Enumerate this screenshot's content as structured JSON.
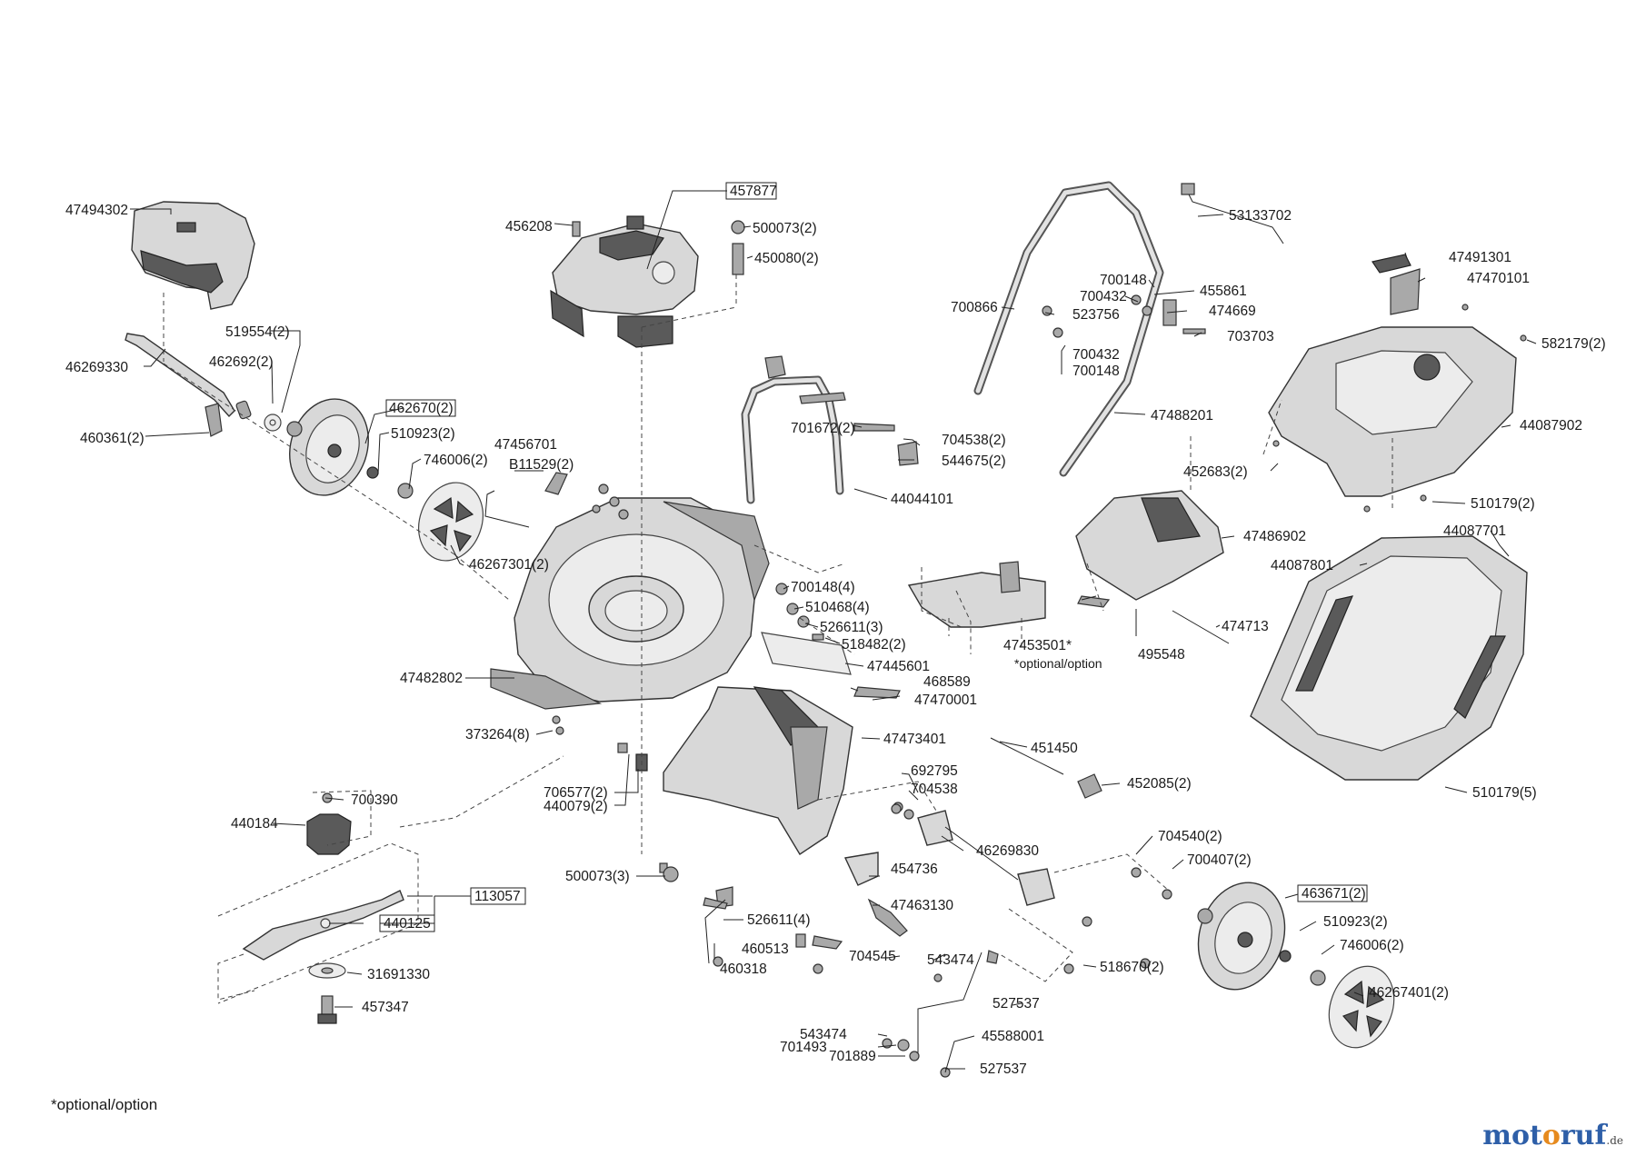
{
  "footnote": "*optional/option",
  "brand": {
    "part1": "mot",
    "part2": "o",
    "part3": "ruf",
    "tld": ".de"
  },
  "labels": {
    "l47494302": "47494302",
    "l519554": "519554(2)",
    "l46269330": "46269330",
    "l462692": "462692(2)",
    "l462670": "462670(2)",
    "l460361": "460361(2)",
    "l510923a": "510923(2)",
    "l746006a": "746006(2)",
    "l47456701": "47456701",
    "lB11529": "B11529(2)",
    "l46267301": "46267301(2)",
    "l457877": "457877",
    "l456208": "456208",
    "l500073a": "500073(2)",
    "l450080": "450080(2)",
    "l701672": "701672(2)",
    "l704538a": "704538(2)",
    "l544675": "544675(2)",
    "l44044101": "44044101",
    "l700148a": "700148(4)",
    "l510468": "510468(4)",
    "l526611a": "526611(3)",
    "l518482": "518482(2)",
    "l47445601": "47445601",
    "l468589": "468589",
    "l47470001": "47470001",
    "l47482802": "47482802",
    "l373264": "373264(8)",
    "l47473401": "47473401",
    "l706577": "706577(2)",
    "l440079": "440079(2)",
    "l700390": "700390",
    "l440184": "440184",
    "l113057": "113057",
    "l440125": "440125",
    "l31691330": "31691330",
    "l457347": "457347",
    "l500073b": "500073(3)",
    "l526611b": "526611(4)",
    "l460513": "460513",
    "l460318": "460318",
    "l704545": "704545",
    "l543474a": "543474",
    "l454736": "454736",
    "l47463130": "47463130",
    "l692795": "692795",
    "l704538b": "704538",
    "l46269830": "46269830",
    "l527537a": "527537",
    "l543474b": "543474",
    "l701493": "701493",
    "l701889": "701889",
    "l45588001": "45588001",
    "l527537b": "527537",
    "l53133702": "53133702",
    "l700148b": "700148",
    "l700432a": "700432",
    "l455861": "455861",
    "l700866": "700866",
    "l523756": "523756",
    "l474669": "474669",
    "l703703": "703703",
    "l700432b": "700432",
    "l700148c": "700148",
    "l47488201": "47488201",
    "l47486902": "47486902",
    "l47453501": "47453501*",
    "loptional": "*optional/option",
    "l495548": "495548",
    "l474713": "474713",
    "l451450": "451450",
    "l452085": "452085(2)",
    "l47491301": "47491301",
    "l47470101": "47470101",
    "l582179": "582179(2)",
    "l44087902": "44087902",
    "l452683": "452683(2)",
    "l510179a": "510179(2)",
    "l44087701": "44087701",
    "l44087801": "44087801",
    "l510179b": "510179(5)",
    "l704540": "704540(2)",
    "l700407": "700407(2)",
    "l463671": "463671(2)",
    "l510923b": "510923(2)",
    "l746006b": "746006(2)",
    "l46267401": "46267401(2)",
    "l518670": "518670(2)"
  }
}
